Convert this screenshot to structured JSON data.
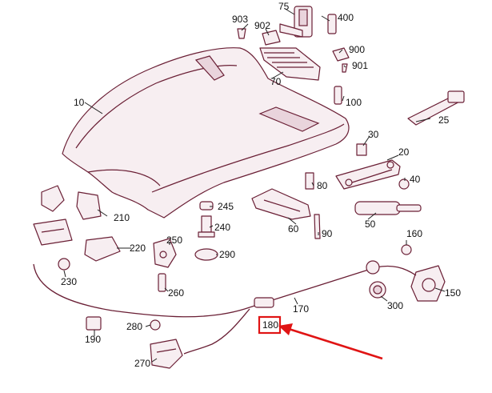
{
  "part_numbers": [
    {
      "id": "p75",
      "label": "75"
    },
    {
      "id": "p400",
      "label": "400"
    },
    {
      "id": "p903",
      "label": "903"
    },
    {
      "id": "p902",
      "label": "902"
    },
    {
      "id": "p900",
      "label": "900"
    },
    {
      "id": "p901",
      "label": "901"
    },
    {
      "id": "p70",
      "label": "70"
    },
    {
      "id": "p100",
      "label": "100"
    },
    {
      "id": "p10",
      "label": "10"
    },
    {
      "id": "p25",
      "label": "25"
    },
    {
      "id": "p30",
      "label": "30"
    },
    {
      "id": "p20",
      "label": "20"
    },
    {
      "id": "p40",
      "label": "40"
    },
    {
      "id": "p80",
      "label": "80"
    },
    {
      "id": "p50",
      "label": "50"
    },
    {
      "id": "p210",
      "label": "210"
    },
    {
      "id": "p245",
      "label": "245"
    },
    {
      "id": "p240",
      "label": "240"
    },
    {
      "id": "p60",
      "label": "60"
    },
    {
      "id": "p90",
      "label": "90"
    },
    {
      "id": "p160",
      "label": "160"
    },
    {
      "id": "p220",
      "label": "220"
    },
    {
      "id": "p250",
      "label": "250"
    },
    {
      "id": "p290",
      "label": "290"
    },
    {
      "id": "p230",
      "label": "230"
    },
    {
      "id": "p150",
      "label": "150"
    },
    {
      "id": "p260",
      "label": "260"
    },
    {
      "id": "p170",
      "label": "170"
    },
    {
      "id": "p300",
      "label": "300"
    },
    {
      "id": "p280",
      "label": "280"
    },
    {
      "id": "p180",
      "label": "180"
    },
    {
      "id": "p190",
      "label": "190"
    },
    {
      "id": "p270",
      "label": "270"
    }
  ],
  "highlight": {
    "target_label": "180",
    "color": "#e01414"
  },
  "colors": {
    "part_outline": "#6a1f35",
    "part_fill": "#f7eef1",
    "highlight": "#e01414"
  }
}
